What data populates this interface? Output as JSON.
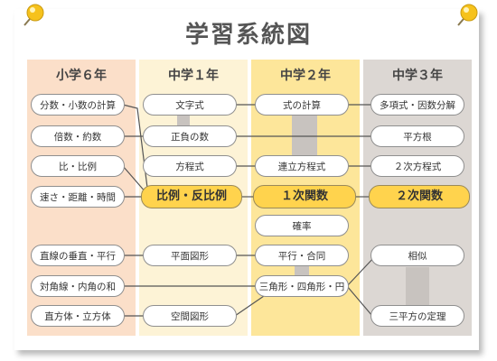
{
  "title": "学習系統図",
  "colors": {
    "col1": "#fbdfc9",
    "col2": "#fdf3d6",
    "col3": "#fde69a",
    "col4": "#dcd7d3",
    "key_node": "#ffd34d"
  },
  "columns": [
    {
      "header": "小学６年",
      "nodes": [
        "分数・小数の計算",
        "倍数・約数",
        "比・比例",
        "速さ・距離・時間",
        "直線の垂直・平行",
        "対角線・内角の和",
        "直方体・立方体"
      ]
    },
    {
      "header": "中学１年",
      "nodes": [
        "文字式",
        "正負の数",
        "方程式",
        "比例・反比例",
        "平面図形",
        "空間図形"
      ]
    },
    {
      "header": "中学２年",
      "nodes": [
        "式の計算",
        "連立方程式",
        "１次関数",
        "確率",
        "平行・合同",
        "三角形・四角形・円"
      ]
    },
    {
      "header": "中学３年",
      "nodes": [
        "多項式・因数分解",
        "平方根",
        "２次方程式",
        "２次関数",
        "相似",
        "三平方の定理"
      ]
    }
  ]
}
